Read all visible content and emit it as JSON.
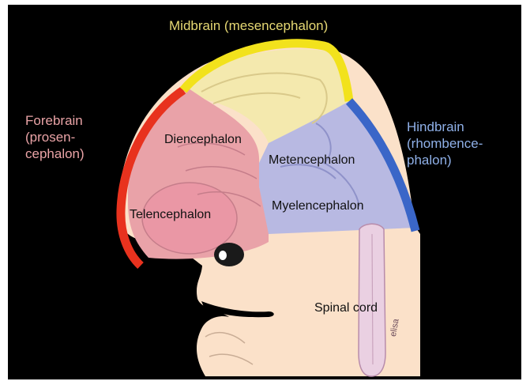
{
  "labels": {
    "midbrain": "Midbrain (mesencephalon)",
    "forebrain": [
      "Forebrain",
      "(prosen-",
      "cephalon)"
    ],
    "hindbrain": [
      "Hindbrain",
      "(rhombence-",
      "phalon)"
    ],
    "diencephalon": "Diencephalon",
    "telencephalon": "Telencephalon",
    "metencephalon": "Metencephalon",
    "myelencephalon": "Myelencephalon",
    "spinal_cord": "Spinal cord"
  },
  "signature": "elisa",
  "colors": {
    "background": "#000000",
    "midbrain_band": "#f2e21c",
    "forebrain_band": "#e8321e",
    "hindbrain_band": "#3a66c8",
    "midbrain_label": "#e6d873",
    "forebrain_label": "#e9a3a6",
    "hindbrain_label": "#8fb0e8",
    "forebrain_region": "#e9a2a8",
    "hindbrain_region": "#b8b9e2",
    "midbrain_region": "#f4e9ae",
    "skin": "#fbe1c9",
    "spinal_cord": "#ead0e2"
  }
}
